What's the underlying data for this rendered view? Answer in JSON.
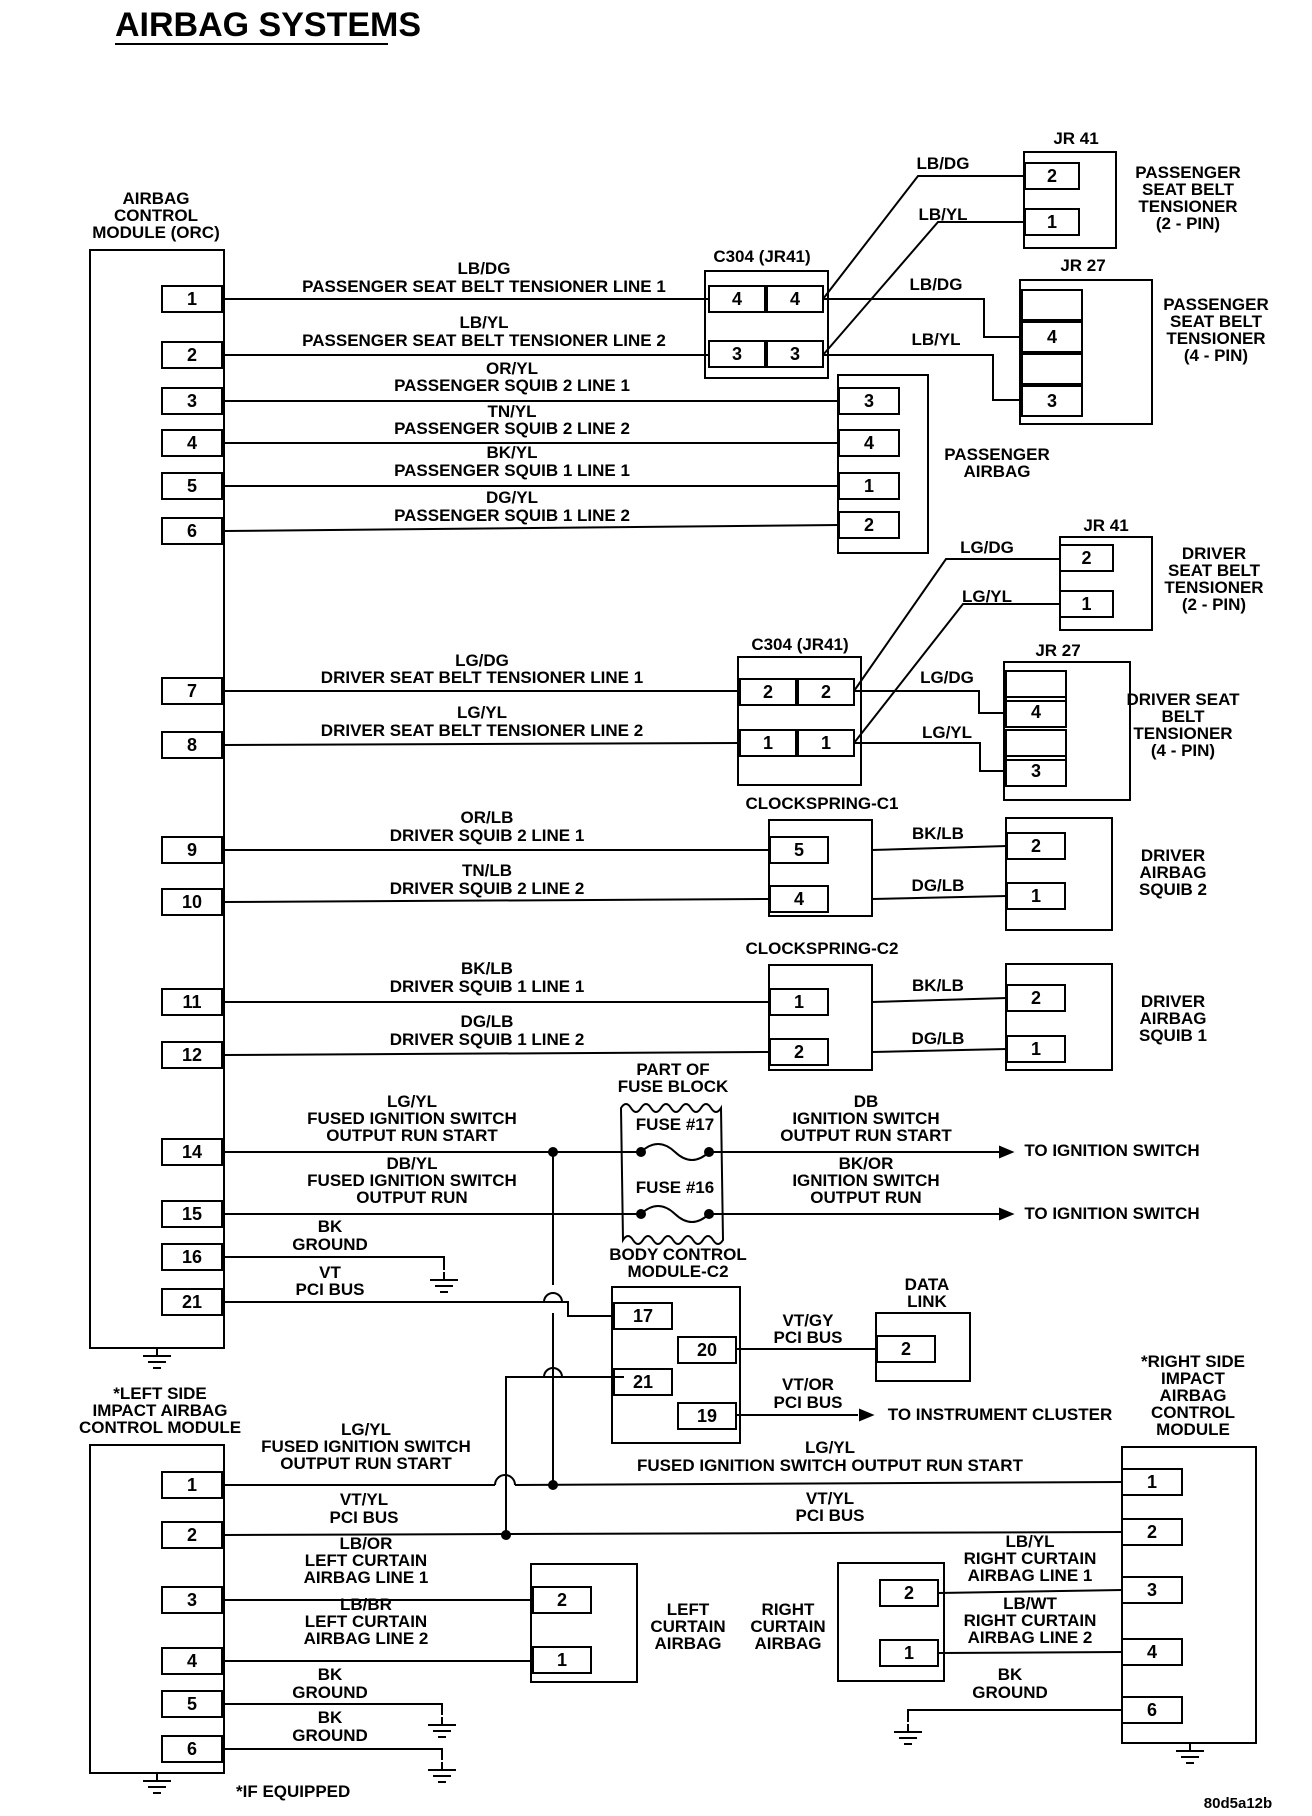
{
  "title": "AIRBAG SYSTEMS",
  "image_code": "80d5a12b",
  "footnote": "*IF EQUIPPED",
  "orc": {
    "name": [
      "AIRBAG",
      "CONTROL",
      "MODULE (ORC)"
    ],
    "pins": [
      "1",
      "2",
      "3",
      "4",
      "5",
      "6",
      "7",
      "8",
      "9",
      "10",
      "11",
      "12",
      "14",
      "15",
      "16",
      "21"
    ]
  },
  "wires": {
    "w1": [
      "LB/DG",
      "PASSENGER SEAT BELT TENSIONER LINE 1"
    ],
    "w2": [
      "LB/YL",
      "PASSENGER SEAT BELT TENSIONER LINE 2"
    ],
    "w3": [
      "OR/YL",
      "PASSENGER SQUIB 2 LINE 1"
    ],
    "w4": [
      "TN/YL",
      "PASSENGER SQUIB 2 LINE 2"
    ],
    "w5": [
      "BK/YL",
      "PASSENGER SQUIB 1 LINE 1"
    ],
    "w6": [
      "DG/YL",
      "PASSENGER SQUIB 1 LINE 2"
    ],
    "w7": [
      "LG/DG",
      "DRIVER SEAT BELT TENSIONER LINE 1"
    ],
    "w8": [
      "LG/YL",
      "DRIVER SEAT BELT TENSIONER LINE 2"
    ],
    "w9": [
      "OR/LB",
      "DRIVER SQUIB 2 LINE 1"
    ],
    "w10": [
      "TN/LB",
      "DRIVER SQUIB 2 LINE 2"
    ],
    "w11": [
      "BK/LB",
      "DRIVER SQUIB 1 LINE 1"
    ],
    "w12": [
      "DG/LB",
      "DRIVER SQUIB 1 LINE 2"
    ],
    "w14": [
      "LG/YL",
      "FUSED IGNITION SWITCH",
      "OUTPUT RUN START"
    ],
    "w15": [
      "DB/YL",
      "FUSED IGNITION SWITCH",
      "OUTPUT RUN"
    ],
    "w16": [
      "BK",
      "GROUND"
    ],
    "w21": [
      "VT",
      "PCI BUS"
    ],
    "ign1": [
      "DB",
      "IGNITION SWITCH",
      "OUTPUT RUN START"
    ],
    "ign2": [
      "BK/OR",
      "IGNITION SWITCH",
      "OUTPUT RUN"
    ],
    "to_ign": "TO IGNITION SWITCH",
    "dl": [
      "VT/GY",
      "PCI BUS"
    ],
    "ic": [
      "VT/OR",
      "PCI BUS"
    ],
    "to_ic": "TO INSTRUMENT CLUSTER",
    "l1": [
      "LG/YL",
      "FUSED IGNITION SWITCH",
      "OUTPUT RUN START"
    ],
    "l2": [
      "VT/YL",
      "PCI BUS"
    ],
    "l3": [
      "LB/OR",
      "LEFT CURTAIN",
      "AIRBAG LINE 1"
    ],
    "l4": [
      "LB/BR",
      "LEFT CURTAIN",
      "AIRBAG LINE 2"
    ],
    "l5": [
      "BK",
      "GROUND"
    ],
    "l6": [
      "BK",
      "GROUND"
    ],
    "r1": [
      "LG/YL",
      "FUSED IGNITION SWITCH OUTPUT RUN START"
    ],
    "r2": [
      "VT/YL",
      "PCI BUS"
    ],
    "r3": [
      "LB/YL",
      "RIGHT CURTAIN",
      "AIRBAG LINE 1"
    ],
    "r4": [
      "LB/WT",
      "RIGHT CURTAIN",
      "AIRBAG LINE 2"
    ],
    "r6": [
      "BK",
      "GROUND"
    ],
    "jp1": "LB/DG",
    "jp2": "LB/YL",
    "jp3": "LB/DG",
    "jp4": "LB/YL",
    "jd1": "LG/DG",
    "jd2": "LG/YL",
    "jd3": "LG/DG",
    "jd4": "LG/YL",
    "cs1a": "BK/LB",
    "cs1b": "DG/LB",
    "cs2a": "BK/LB",
    "cs2b": "DG/LB"
  },
  "connectors": {
    "c304a": "C304 (JR41)",
    "c304a_pins": [
      "4",
      "4",
      "3",
      "3"
    ],
    "c304b": "C304 (JR41)",
    "c304b_pins": [
      "2",
      "2",
      "1",
      "1"
    ],
    "jr41a": "JR 41",
    "jr41a_pins": [
      "2",
      "1"
    ],
    "jr27a": "JR 27",
    "jr27a_pins": [
      "4",
      "3"
    ],
    "jr41b": "JR 41",
    "jr41b_pins": [
      "2",
      "1"
    ],
    "jr27b": "JR 27",
    "jr27b_pins": [
      "4",
      "3"
    ],
    "pab_pins": [
      "3",
      "4",
      "1",
      "2"
    ],
    "cs1": "CLOCKSPRING-C1",
    "cs1_pins": [
      "5",
      "4"
    ],
    "cs2": "CLOCKSPRING-C2",
    "cs2_pins": [
      "1",
      "2"
    ],
    "das2_pins": [
      "2",
      "1"
    ],
    "das1_pins": [
      "2",
      "1"
    ],
    "fuse_block": [
      "PART OF",
      "FUSE BLOCK"
    ],
    "fuse17": "FUSE #17",
    "fuse16": "FUSE #16",
    "bcm": [
      "BODY CONTROL",
      "MODULE-C2"
    ],
    "bcm_pins": [
      "17",
      "20",
      "21",
      "19"
    ],
    "dlink": [
      "DATA",
      "LINK"
    ],
    "dlink_pin": "2",
    "lsi": [
      "*LEFT SIDE",
      "IMPACT AIRBAG",
      "CONTROL MODULE"
    ],
    "lsi_pins": [
      "1",
      "2",
      "3",
      "4",
      "5",
      "6"
    ],
    "rsi": [
      "*RIGHT SIDE",
      "IMPACT",
      "AIRBAG",
      "CONTROL",
      "MODULE"
    ],
    "rsi_pins": [
      "1",
      "2",
      "3",
      "4",
      "6"
    ],
    "lca": [
      "LEFT",
      "CURTAIN",
      "AIRBAG"
    ],
    "lca_pins": [
      "2",
      "1"
    ],
    "rca": [
      "RIGHT",
      "CURTAIN",
      "AIRBAG"
    ],
    "rca_pins": [
      "2",
      "1"
    ]
  },
  "components": {
    "pst2": [
      "PASSENGER",
      "SEAT BELT",
      "TENSIONER",
      "(2 - PIN)"
    ],
    "pst4": [
      "PASSENGER",
      "SEAT BELT",
      "TENSIONER",
      "(4 - PIN)"
    ],
    "pab": [
      "PASSENGER",
      "AIRBAG"
    ],
    "dst2": [
      "DRIVER",
      "SEAT BELT",
      "TENSIONER",
      "(2 - PIN)"
    ],
    "dst4": [
      "DRIVER SEAT",
      "BELT",
      "TENSIONER",
      "(4 - PIN)"
    ],
    "das2": [
      "DRIVER",
      "AIRBAG",
      "SQUIB 2"
    ],
    "das1": [
      "DRIVER",
      "AIRBAG",
      "SQUIB 1"
    ]
  }
}
